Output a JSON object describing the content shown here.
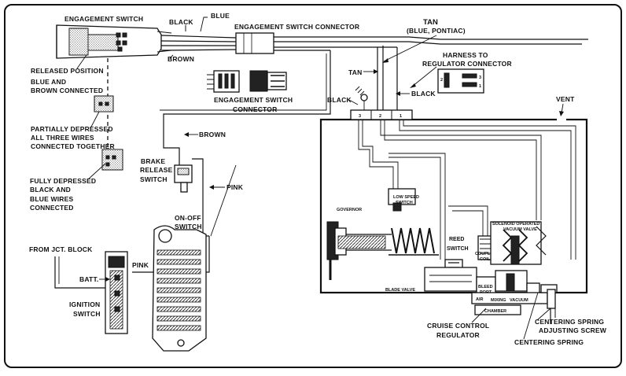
{
  "labels": {
    "engagement_switch": "ENGAGEMENT SWITCH",
    "black_top": "BLACK",
    "blue_top": "BLUE",
    "engagement_switch_connector_top": "ENGAGEMENT SWITCH CONNECTOR",
    "tan_title": "TAN",
    "tan_subtitle": "(BLUE, PONTIAC)",
    "brown_top": "BROWN",
    "released_position": "RELEASED POSITION",
    "blue_brown_1": "BLUE AND",
    "blue_brown_2": "BROWN CONNECTED",
    "harness_1": "HARNESS TO",
    "harness_2": "REGULATOR CONNECTOR",
    "tan_side": "TAN",
    "black_left": "BLACK",
    "black_right": "BLACK",
    "vent": "VENT",
    "esc_bottom_1": "ENGAGEMENT SWITCH",
    "esc_bottom_2": "CONNECTOR",
    "partial_1": "PARTIALLY DEPRESSED",
    "partial_2": "ALL THREE WIRES",
    "partial_3": "CONNECTED TOGETHER",
    "brown_mid": "BROWN",
    "brake_1": "BRAKE",
    "brake_2": "RELEASE",
    "brake_3": "SWITCH",
    "fully_1": "FULLY DEPRESSED",
    "fully_2": "BLACK AND",
    "fully_3": "BLUE WIRES",
    "fully_4": "CONNECTED",
    "pink_right": "PINK",
    "onoff_1": "ON-OFF",
    "onoff_2": "SWITCH",
    "from_jct": "FROM JCT. BLOCK",
    "pink_left": "PINK",
    "batt": "BATT.",
    "ignition_1": "IGNITION",
    "ignition_2": "SWITCH",
    "governor": "GOVERNOR",
    "low_speed_1": "LOW SPEED",
    "low_speed_2": "SWITCH",
    "solenoid_1": "SOLENOID OPERATED",
    "solenoid_2": "VACUUM VALVE",
    "reed_1": "REED",
    "reed_2": "SWITCH",
    "coupling_1": "COUPLING",
    "coupling_2": "COIL",
    "bleed_1": "BLEED",
    "bleed_2": "PORT",
    "blade_valve": "BLADE VALVE",
    "air": "AIR",
    "mixing": "MIXING",
    "vacuum": "VACUUM",
    "chamber": "CHAMBER",
    "cruise_1": "CRUISE CONTROL",
    "cruise_2": "REGULATOR",
    "centering_adj_1": "CENTERING SPRING",
    "centering_adj_2": "ADJUSTING SCREW",
    "centering_spring": "CENTERING SPRING",
    "term_3": "3",
    "term_2": "2",
    "term_1": "1",
    "conn_3": "3",
    "conn_2": "2",
    "conn_1": "1"
  }
}
